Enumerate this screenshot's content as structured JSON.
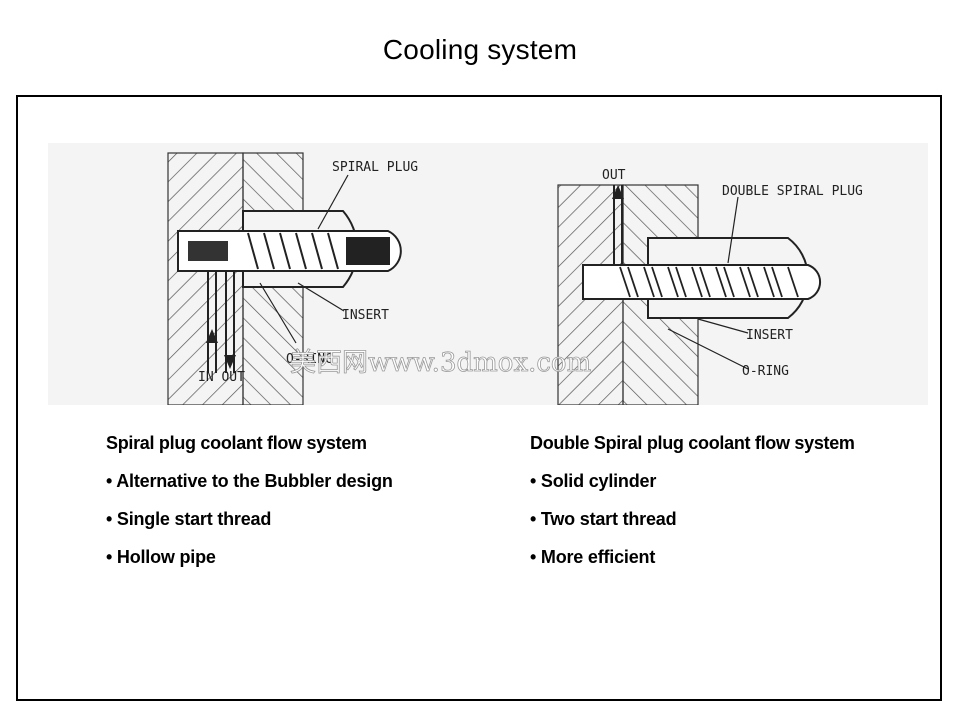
{
  "title": "Cooling system",
  "figure": {
    "left_labels": [
      "SPIRAL PLUG",
      "INSERT",
      "O-RING",
      "IN OUT"
    ],
    "right_labels": [
      "OUT",
      "DOUBLE SPIRAL PLUG",
      "INSERT",
      "O-RING"
    ],
    "watermark": "美西网www.3dmox.com"
  },
  "left": {
    "heading": "Spiral plug coolant flow system",
    "items": [
      "• Alternative to the Bubbler design",
      "• Single start thread",
      "• Hollow pipe"
    ]
  },
  "right": {
    "heading": "Double Spiral plug coolant flow system",
    "items": [
      "• Solid cylinder",
      "• Two start thread",
      "• More efficient"
    ]
  }
}
